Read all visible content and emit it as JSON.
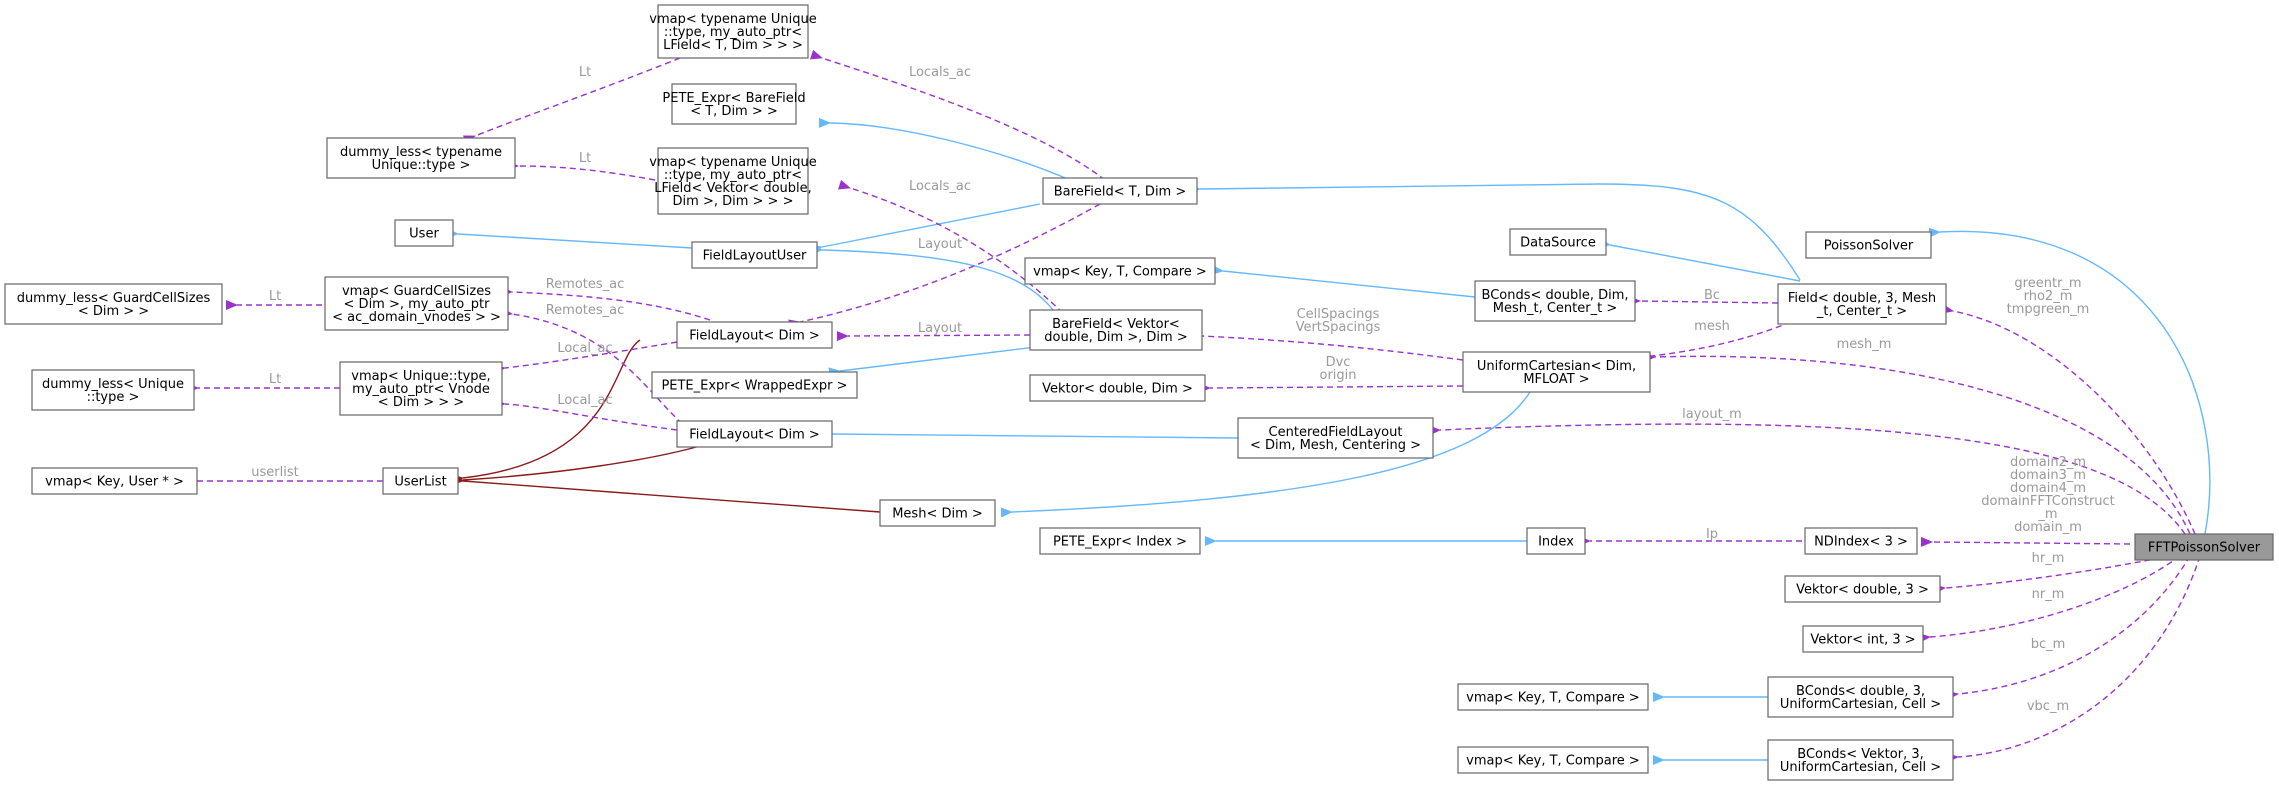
{
  "diagram": {
    "nodes": [
      {
        "id": "vmap_lfield",
        "lines": [
          "vmap< typename Unique",
          "::type, my_auto_ptr<",
          "LField< T, Dim > > >"
        ]
      },
      {
        "id": "pete_barefield",
        "lines": [
          "PETE_Expr< BareField",
          "< T, Dim > >"
        ]
      },
      {
        "id": "dummy_less_unique_type",
        "lines": [
          "dummy_less< typename",
          "Unique::type >"
        ]
      },
      {
        "id": "vmap_lfield_vektor",
        "lines": [
          "vmap< typename Unique",
          "::type, my_auto_ptr<",
          "LField< Vektor< double,",
          "Dim >, Dim > > >"
        ]
      },
      {
        "id": "barefield_t",
        "lines": [
          "BareField< T, Dim >"
        ]
      },
      {
        "id": "user",
        "lines": [
          "User"
        ]
      },
      {
        "id": "fieldlayoutuser",
        "lines": [
          "FieldLayoutUser"
        ]
      },
      {
        "id": "datasource",
        "lines": [
          "DataSource"
        ]
      },
      {
        "id": "poissonsolver",
        "lines": [
          "PoissonSolver"
        ]
      },
      {
        "id": "dummy_less_gcs",
        "lines": [
          "dummy_less< GuardCellSizes",
          "< Dim > >"
        ]
      },
      {
        "id": "vmap_gcs",
        "lines": [
          "vmap< GuardCellSizes",
          "< Dim >, my_auto_ptr",
          "< ac_domain_vnodes > >"
        ]
      },
      {
        "id": "vmap_key_t_compare_1",
        "lines": [
          "vmap< Key, T, Compare >"
        ]
      },
      {
        "id": "bconds_dim",
        "lines": [
          "BConds< double, Dim,",
          "Mesh_t, Center_t >"
        ]
      },
      {
        "id": "field_double",
        "lines": [
          "Field< double, 3, Mesh",
          "_t, Center_t >"
        ]
      },
      {
        "id": "fieldlayout_1",
        "lines": [
          "FieldLayout< Dim >"
        ]
      },
      {
        "id": "barefield_vektor",
        "lines": [
          "BareField< Vektor<",
          "double, Dim >, Dim >"
        ]
      },
      {
        "id": "dummy_less_unique",
        "lines": [
          "dummy_less< Unique",
          "::type >"
        ]
      },
      {
        "id": "vmap_vnode",
        "lines": [
          "vmap< Unique::type,",
          "my_auto_ptr< Vnode",
          "< Dim > > >"
        ]
      },
      {
        "id": "pete_wrapped",
        "lines": [
          "PETE_Expr< WrappedExpr >"
        ]
      },
      {
        "id": "uniformcartesian",
        "lines": [
          "UniformCartesian< Dim,",
          "MFLOAT >"
        ]
      },
      {
        "id": "vektor_double_dim",
        "lines": [
          "Vektor< double, Dim >"
        ]
      },
      {
        "id": "fieldlayout_2",
        "lines": [
          "FieldLayout< Dim >"
        ]
      },
      {
        "id": "centeredfieldlayout",
        "lines": [
          "CenteredFieldLayout",
          "< Dim, Mesh, Centering >"
        ]
      },
      {
        "id": "vmap_key_user",
        "lines": [
          "vmap< Key, User * >"
        ]
      },
      {
        "id": "userlist",
        "lines": [
          "UserList"
        ]
      },
      {
        "id": "mesh",
        "lines": [
          "Mesh< Dim >"
        ]
      },
      {
        "id": "pete_index",
        "lines": [
          "PETE_Expr< Index >"
        ]
      },
      {
        "id": "index",
        "lines": [
          "Index"
        ]
      },
      {
        "id": "ndindex",
        "lines": [
          "NDIndex< 3 >"
        ]
      },
      {
        "id": "fftpoissonsolver",
        "lines": [
          "FFTPoissonSolver"
        ]
      },
      {
        "id": "vektor_double_3",
        "lines": [
          "Vektor< double, 3 >"
        ]
      },
      {
        "id": "vektor_int_3",
        "lines": [
          "Vektor< int, 3 >"
        ]
      },
      {
        "id": "vmap_key_t_compare_2",
        "lines": [
          "vmap< Key, T, Compare >"
        ]
      },
      {
        "id": "bconds_double_3",
        "lines": [
          "BConds< double, 3,",
          "UniformCartesian, Cell >"
        ]
      },
      {
        "id": "vmap_key_t_compare_3",
        "lines": [
          "vmap< Key, T, Compare >"
        ]
      },
      {
        "id": "bconds_vektor_3",
        "lines": [
          "BConds< Vektor, 3,",
          "UniformCartesian, Cell >"
        ]
      }
    ],
    "edge_labels": [
      {
        "id": "lt_1",
        "lines": [
          "Lt"
        ]
      },
      {
        "id": "locals_ac_1",
        "lines": [
          "Locals_ac"
        ]
      },
      {
        "id": "lt_2",
        "lines": [
          "Lt"
        ]
      },
      {
        "id": "locals_ac_2",
        "lines": [
          "Locals_ac"
        ]
      },
      {
        "id": "layout_1",
        "lines": [
          "Layout"
        ]
      },
      {
        "id": "lt_3",
        "lines": [
          "Lt"
        ]
      },
      {
        "id": "remotes_ac_1",
        "lines": [
          "Remotes_ac"
        ]
      },
      {
        "id": "remotes_ac_2",
        "lines": [
          "Remotes_ac"
        ]
      },
      {
        "id": "local_ac_1",
        "lines": [
          "Local_ac"
        ]
      },
      {
        "id": "local_ac_2",
        "lines": [
          "Local_ac"
        ]
      },
      {
        "id": "lt_4",
        "lines": [
          "Lt"
        ]
      },
      {
        "id": "layout_2",
        "lines": [
          "Layout"
        ]
      },
      {
        "id": "bc",
        "lines": [
          "Bc"
        ]
      },
      {
        "id": "mesh_lbl",
        "lines": [
          "mesh"
        ]
      },
      {
        "id": "cellspacings",
        "lines": [
          "CellSpacings",
          "VertSpacings"
        ]
      },
      {
        "id": "dvc_origin",
        "lines": [
          "Dvc",
          "origin"
        ]
      },
      {
        "id": "userlist_lbl",
        "lines": [
          "userlist"
        ]
      },
      {
        "id": "greentr",
        "lines": [
          "greentr_m",
          "rho2_m",
          "tmpgreen_m"
        ]
      },
      {
        "id": "mesh_m",
        "lines": [
          "mesh_m"
        ]
      },
      {
        "id": "layout_m",
        "lines": [
          "layout_m"
        ]
      },
      {
        "id": "domains",
        "lines": [
          "domain2_m",
          "domain3_m",
          "domain4_m",
          "domainFFTConstruct",
          "_m",
          "domain_m"
        ]
      },
      {
        "id": "ip",
        "lines": [
          "Ip"
        ]
      },
      {
        "id": "hr_m",
        "lines": [
          "hr_m"
        ]
      },
      {
        "id": "nr_m",
        "lines": [
          "nr_m"
        ]
      },
      {
        "id": "bc_m",
        "lines": [
          "bc_m"
        ]
      },
      {
        "id": "vbc_m",
        "lines": [
          "vbc_m"
        ]
      }
    ]
  }
}
